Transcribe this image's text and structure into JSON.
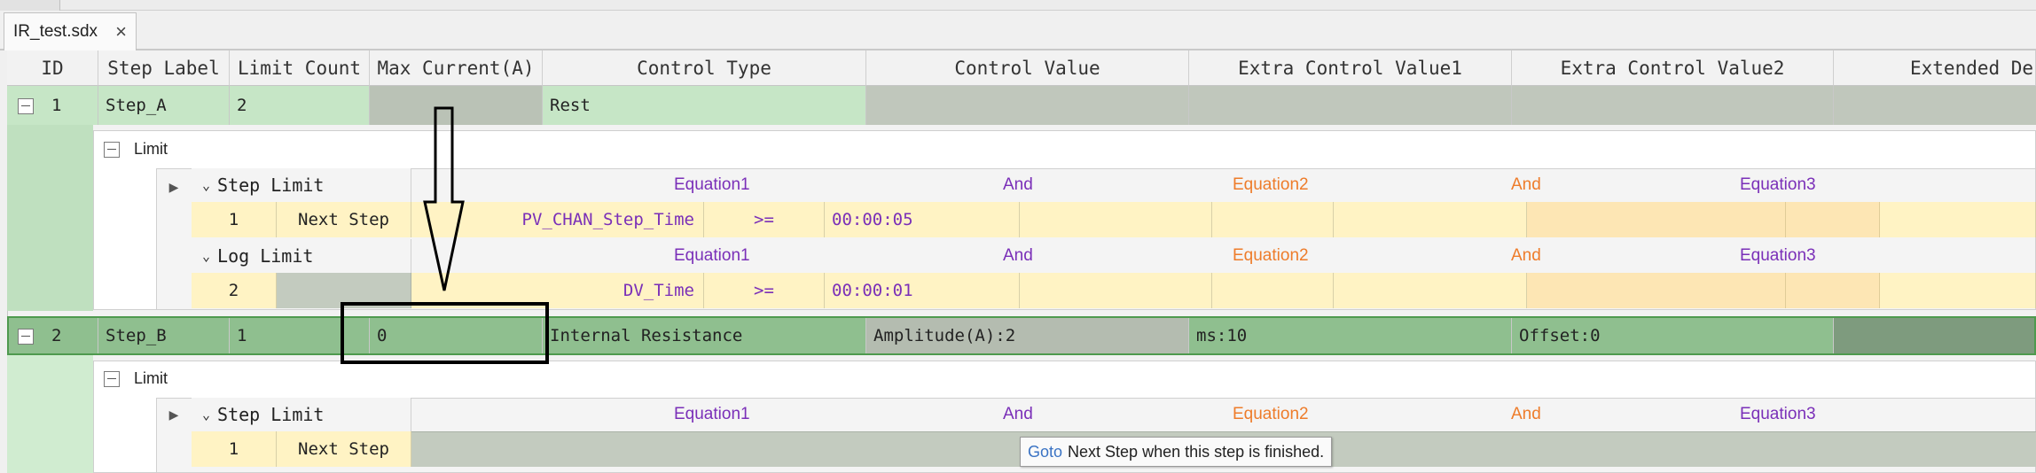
{
  "document_tab": {
    "title": "IR_test.sdx",
    "close": "×"
  },
  "columns": [
    "ID",
    "Step Label",
    "Limit Count",
    "Max Current(A)",
    "Control Type",
    "Control Value",
    "Extra Control Value1",
    "Extra Control Value2",
    "Extended De"
  ],
  "steps": [
    {
      "id": "1",
      "label": "Step_A",
      "limit_count": "2",
      "max_current": "",
      "control_type": "Rest",
      "control_value": "",
      "extra1": "",
      "extra2": "",
      "limit_section_label": "Limit",
      "step_limit": {
        "title": "Step Limit",
        "eq1": "Equation1",
        "and1": "And",
        "eq2": "Equation2",
        "and2": "And",
        "eq3": "Equation3",
        "row": {
          "id": "1",
          "goto": "Next Step",
          "variable": "PV_CHAN_Step_Time",
          "operator": ">=",
          "value": "00:00:05"
        }
      },
      "log_limit": {
        "title": "Log Limit",
        "eq1": "Equation1",
        "and1": "And",
        "eq2": "Equation2",
        "and2": "And",
        "eq3": "Equation3",
        "row": {
          "id": "2",
          "goto": "",
          "variable": "DV_Time",
          "operator": ">=",
          "value": "00:00:01"
        }
      }
    },
    {
      "id": "2",
      "label": "Step_B",
      "limit_count": "1",
      "max_current": "0",
      "control_type": "Internal Resistance",
      "control_value": "Amplitude(A):2",
      "extra1": "ms:10",
      "extra2": "Offset:0",
      "limit_section_label": "Limit",
      "step_limit": {
        "title": "Step Limit",
        "eq1": "Equation1",
        "and1": "And",
        "eq2": "Equation2",
        "and2": "And",
        "eq3": "Equation3",
        "row": {
          "id": "1",
          "goto": "Next Step"
        }
      }
    }
  ],
  "tooltip": {
    "goto": "Goto",
    "text": "Next Step when this step is finished."
  },
  "colors": {
    "selected_row": "#8fbf8f",
    "step_row_green": "#c6e6c6",
    "annotation": "#000000",
    "equation_purple": "#7a2fb8",
    "equation_orange": "#ee7c2a"
  }
}
